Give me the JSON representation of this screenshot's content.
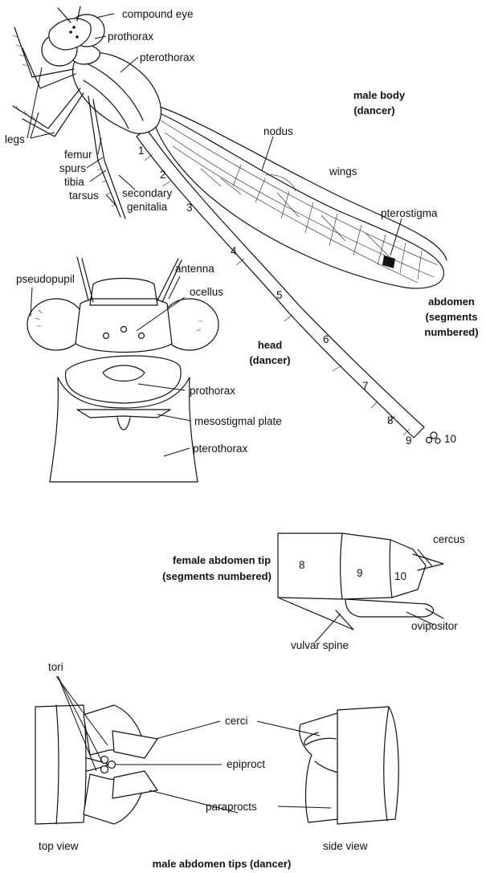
{
  "male_body": {
    "title_line1": "male body",
    "title_line2": "(dancer)",
    "labels": {
      "compound_eye": "compound eye",
      "prothorax": "prothorax",
      "pterothorax": "pterothorax",
      "legs": "legs",
      "femur": "femur",
      "spurs": "spurs",
      "tibia": "tibia",
      "tarsus": "tarsus",
      "secondary": "secondary",
      "genitalia": "genitalia",
      "nodus": "nodus",
      "wings": "wings",
      "pterostigma": "pterostigma"
    },
    "segments": [
      "1",
      "2",
      "3",
      "4",
      "5",
      "6",
      "7",
      "8",
      "9",
      "10"
    ]
  },
  "abdomen_note": {
    "line1": "abdomen",
    "line2": "(segments",
    "line3": "numbered)"
  },
  "head": {
    "title_line1": "head",
    "title_line2": "(dancer)",
    "labels": {
      "pseudopupil": "pseudopupil",
      "antenna": "antenna",
      "ocellus": "ocellus",
      "prothorax": "prothorax",
      "mesostigmal_plate": "mesostigmal plate",
      "pterothorax": "pterothorax"
    }
  },
  "female_tip": {
    "title_line1": "female abdomen tip",
    "title_line2": "(segments numbered)",
    "segments": [
      "8",
      "9",
      "10"
    ],
    "labels": {
      "cercus": "cercus",
      "vulvar_spine": "vulvar spine",
      "ovipositor": "ovipositor"
    }
  },
  "male_tips": {
    "title": "male abdomen tips (dancer)",
    "labels": {
      "tori": "tori",
      "cerci": "cerci",
      "epiproct": "epiproct",
      "paraprocts": "paraprocts",
      "top_view": "top view",
      "side_view": "side view"
    }
  }
}
